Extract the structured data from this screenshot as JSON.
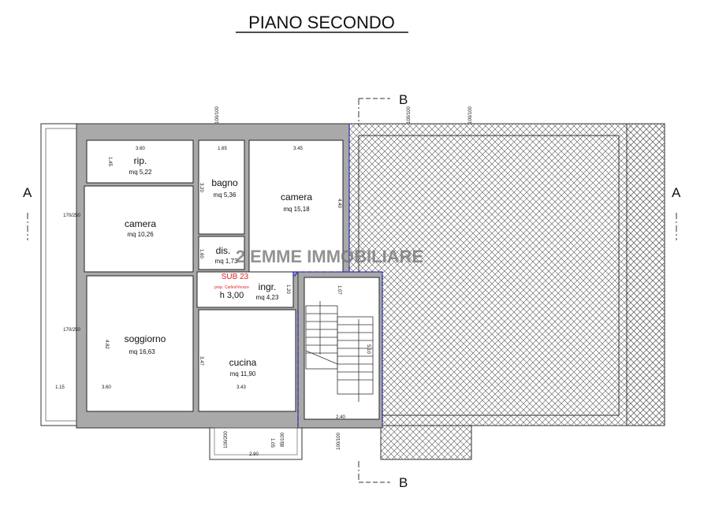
{
  "title": "PIANO SECONDO",
  "watermark": "2 EMME IMMOBILIARE",
  "section_marks": {
    "a_left": "A",
    "a_right": "A",
    "b_top": "B",
    "b_bottom": "B"
  },
  "rooms": [
    {
      "name": "rip.",
      "area": "mq 5,22"
    },
    {
      "name": "camera",
      "area": "mq 10,26"
    },
    {
      "name": "bagno",
      "area": "mq 5,36"
    },
    {
      "name": "camera",
      "area": "mq 15,18"
    },
    {
      "name": "dis.",
      "area": "mq 1,73"
    },
    {
      "name": "ingr.",
      "area": "mq 4,23"
    },
    {
      "name": "soggiorno",
      "area": "mq 16,63"
    },
    {
      "name": "cucina",
      "area": "mq 11,90"
    }
  ],
  "unit": {
    "label": "SUB 23",
    "owner": "prop. Carlini/Vorace",
    "height": "h 3,00",
    "color": "#e02020"
  },
  "dimensions": {
    "rip_width": "3.60",
    "rip_depth": "1.45",
    "bagno_width": "1.65",
    "bagno_depth": "3.20",
    "camera2_width": "3.45",
    "camera2_depth": "4.40",
    "dis_depth": "1.60",
    "ingr_depth": "1.20",
    "soggiorno_width": "3.60",
    "soggiorno_depth": "4.82",
    "cucina_width": "3.43",
    "cucina_depth": "3.47",
    "balcony_left": "1.15",
    "stair_width": "2.40",
    "stair_depth": "5.10",
    "landing": "1.07",
    "balcony_width": "2.90",
    "balcony_depth": "1.05",
    "window_1": "170/250",
    "window_2": "170/250",
    "window_3": "100/200",
    "window_4": "85/100",
    "window_5": "100/100",
    "window_6": "100/100",
    "window_7": "100/100",
    "window_8": "100/100"
  },
  "colors": {
    "wall": "#a9a9a9",
    "line": "#222222",
    "boundary": "#2a2ad0",
    "watermark": "#777777"
  }
}
